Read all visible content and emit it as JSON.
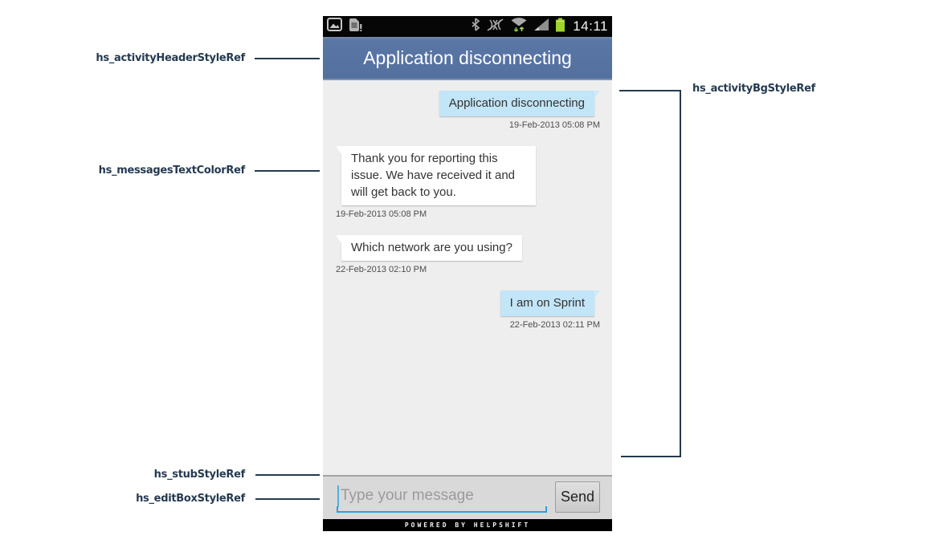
{
  "statusbar": {
    "time": "14:11",
    "icons_left": [
      "gallery-icon",
      "sim-warning-icon"
    ],
    "icons_right": [
      "bluetooth-icon",
      "mute-icon",
      "wifi-icon",
      "signal-icon",
      "battery-icon"
    ],
    "battery_color": "#9fd22a",
    "icon_color": "#a9a9a9"
  },
  "header": {
    "title": "Application disconnecting",
    "bg_color": "#53709f",
    "text_color": "#ffffff"
  },
  "chat": {
    "bg_color": "#eeeeee",
    "user_bubble_color": "#c2e5f7",
    "agent_bubble_color": "#ffffff",
    "message_text_color": "#333333",
    "timestamp_color": "#4d4d4d",
    "messages": [
      {
        "from": "user",
        "text": "Application disconnecting",
        "timestamp": "19-Feb-2013 05:08 PM"
      },
      {
        "from": "agent",
        "text": "Thank you for reporting this issue. We have received it and will get back to you.",
        "timestamp": "19-Feb-2013 05:08 PM"
      },
      {
        "from": "agent",
        "text": "Which network are you using?",
        "timestamp": "22-Feb-2013 02:10 PM"
      },
      {
        "from": "user",
        "text": "I am on Sprint",
        "timestamp": "22-Feb-2013 02:11 PM"
      }
    ]
  },
  "composer": {
    "placeholder": "Type your message",
    "send_label": "Send",
    "underline_color": "#2fa0d5",
    "bar_color": "#d9d9d9"
  },
  "footer": {
    "text": "POWERED BY HELPSHIFT"
  },
  "annotations": {
    "color": "#253a50",
    "left": [
      {
        "label": "hs_activityHeaderStyleRef"
      },
      {
        "label": "hs_messagesTextColorRef"
      },
      {
        "label": "hs_stubStyleRef"
      },
      {
        "label": "hs_editBoxStyleRef"
      }
    ],
    "right": [
      {
        "label": "hs_activityBgStyleRef"
      }
    ]
  }
}
